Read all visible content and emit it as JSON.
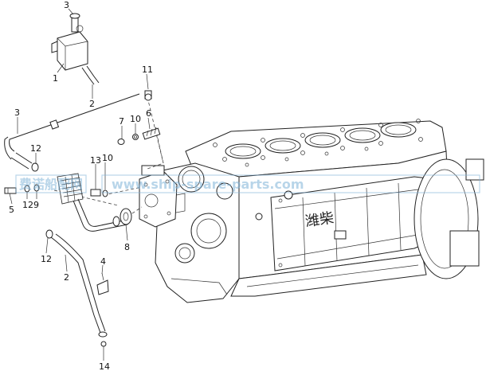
{
  "callouts": {
    "c1": "1",
    "c2a": "2",
    "c3a": "3",
    "c3b": "3",
    "c11": "11",
    "c7": "7",
    "c10a": "10",
    "c6": "6",
    "c12a": "12",
    "c13": "13",
    "c10b": "10",
    "c5": "5",
    "c12b": "12",
    "c9": "9",
    "c8": "8",
    "c12c": "12",
    "c2b": "2",
    "c4": "4",
    "c14": "14"
  },
  "casting_text": "潍柴",
  "watermark": {
    "left_text": "费诺船配网",
    "right_text": "www.ship-spare-parts.com"
  }
}
